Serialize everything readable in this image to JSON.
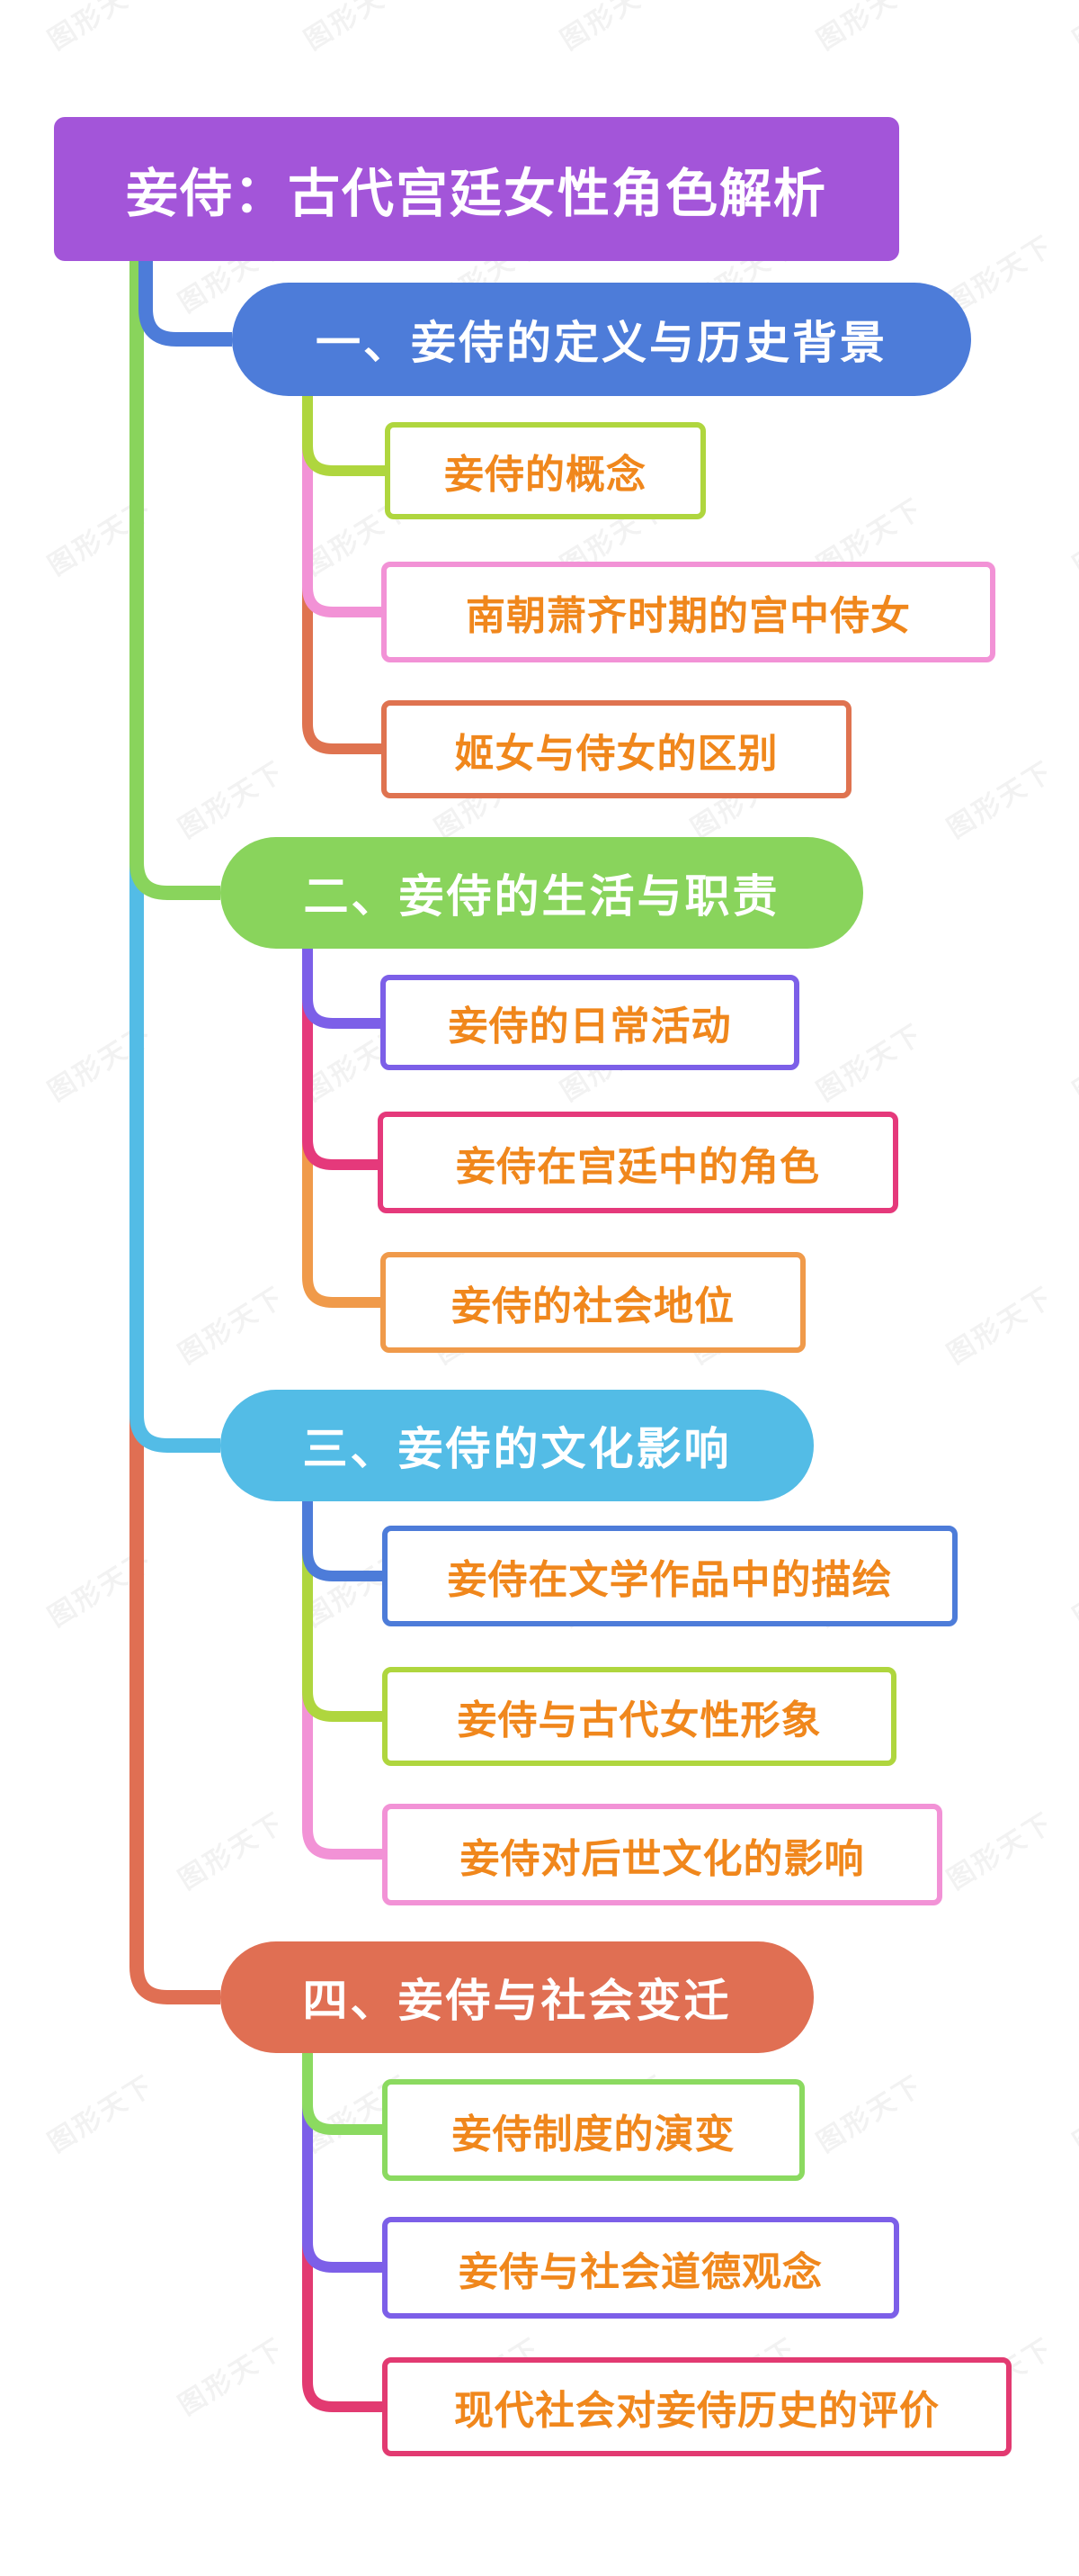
{
  "watermark": {
    "text": "图形天下"
  },
  "palette": {
    "background": "#FFFFFF",
    "node_text": "#FFFFFF",
    "child_text": "#F0871C"
  },
  "root": {
    "label": "妾侍：古代宫廷女性角色解析",
    "color": "#A355D9"
  },
  "branches": [
    {
      "label": "一、妾侍的定义与历史背景",
      "color": "#4D7CD9",
      "children": [
        {
          "label": "妾侍的概念",
          "border": "#AFD63E"
        },
        {
          "label": "南朝萧齐时期的宫中侍女",
          "border": "#F292D6"
        },
        {
          "label": "姬女与侍女的区别",
          "border": "#DF7350"
        }
      ]
    },
    {
      "label": "二、妾侍的生活与职责",
      "color": "#89D45C",
      "children": [
        {
          "label": "妾侍的日常活动",
          "border": "#7C5FE8"
        },
        {
          "label": "妾侍在宫廷中的角色",
          "border": "#E5397B"
        },
        {
          "label": "妾侍的社会地位",
          "border": "#F09A4A"
        }
      ]
    },
    {
      "label": "三、妾侍的文化影响",
      "color": "#53BCE6",
      "children": [
        {
          "label": "妾侍在文学作品中的描绘",
          "border": "#4D7CD9"
        },
        {
          "label": "妾侍与古代女性形象",
          "border": "#AFD63E"
        },
        {
          "label": "妾侍对后世文化的影响",
          "border": "#F292D6"
        }
      ]
    },
    {
      "label": "四、妾侍与社会变迁",
      "color": "#E06F53",
      "children": [
        {
          "label": "妾侍制度的演变",
          "border": "#8BDA60"
        },
        {
          "label": "妾侍与社会道德观念",
          "border": "#7C5FE8"
        },
        {
          "label": "现代社会对妾侍历史的评价",
          "border": "#E23A71"
        }
      ]
    }
  ]
}
